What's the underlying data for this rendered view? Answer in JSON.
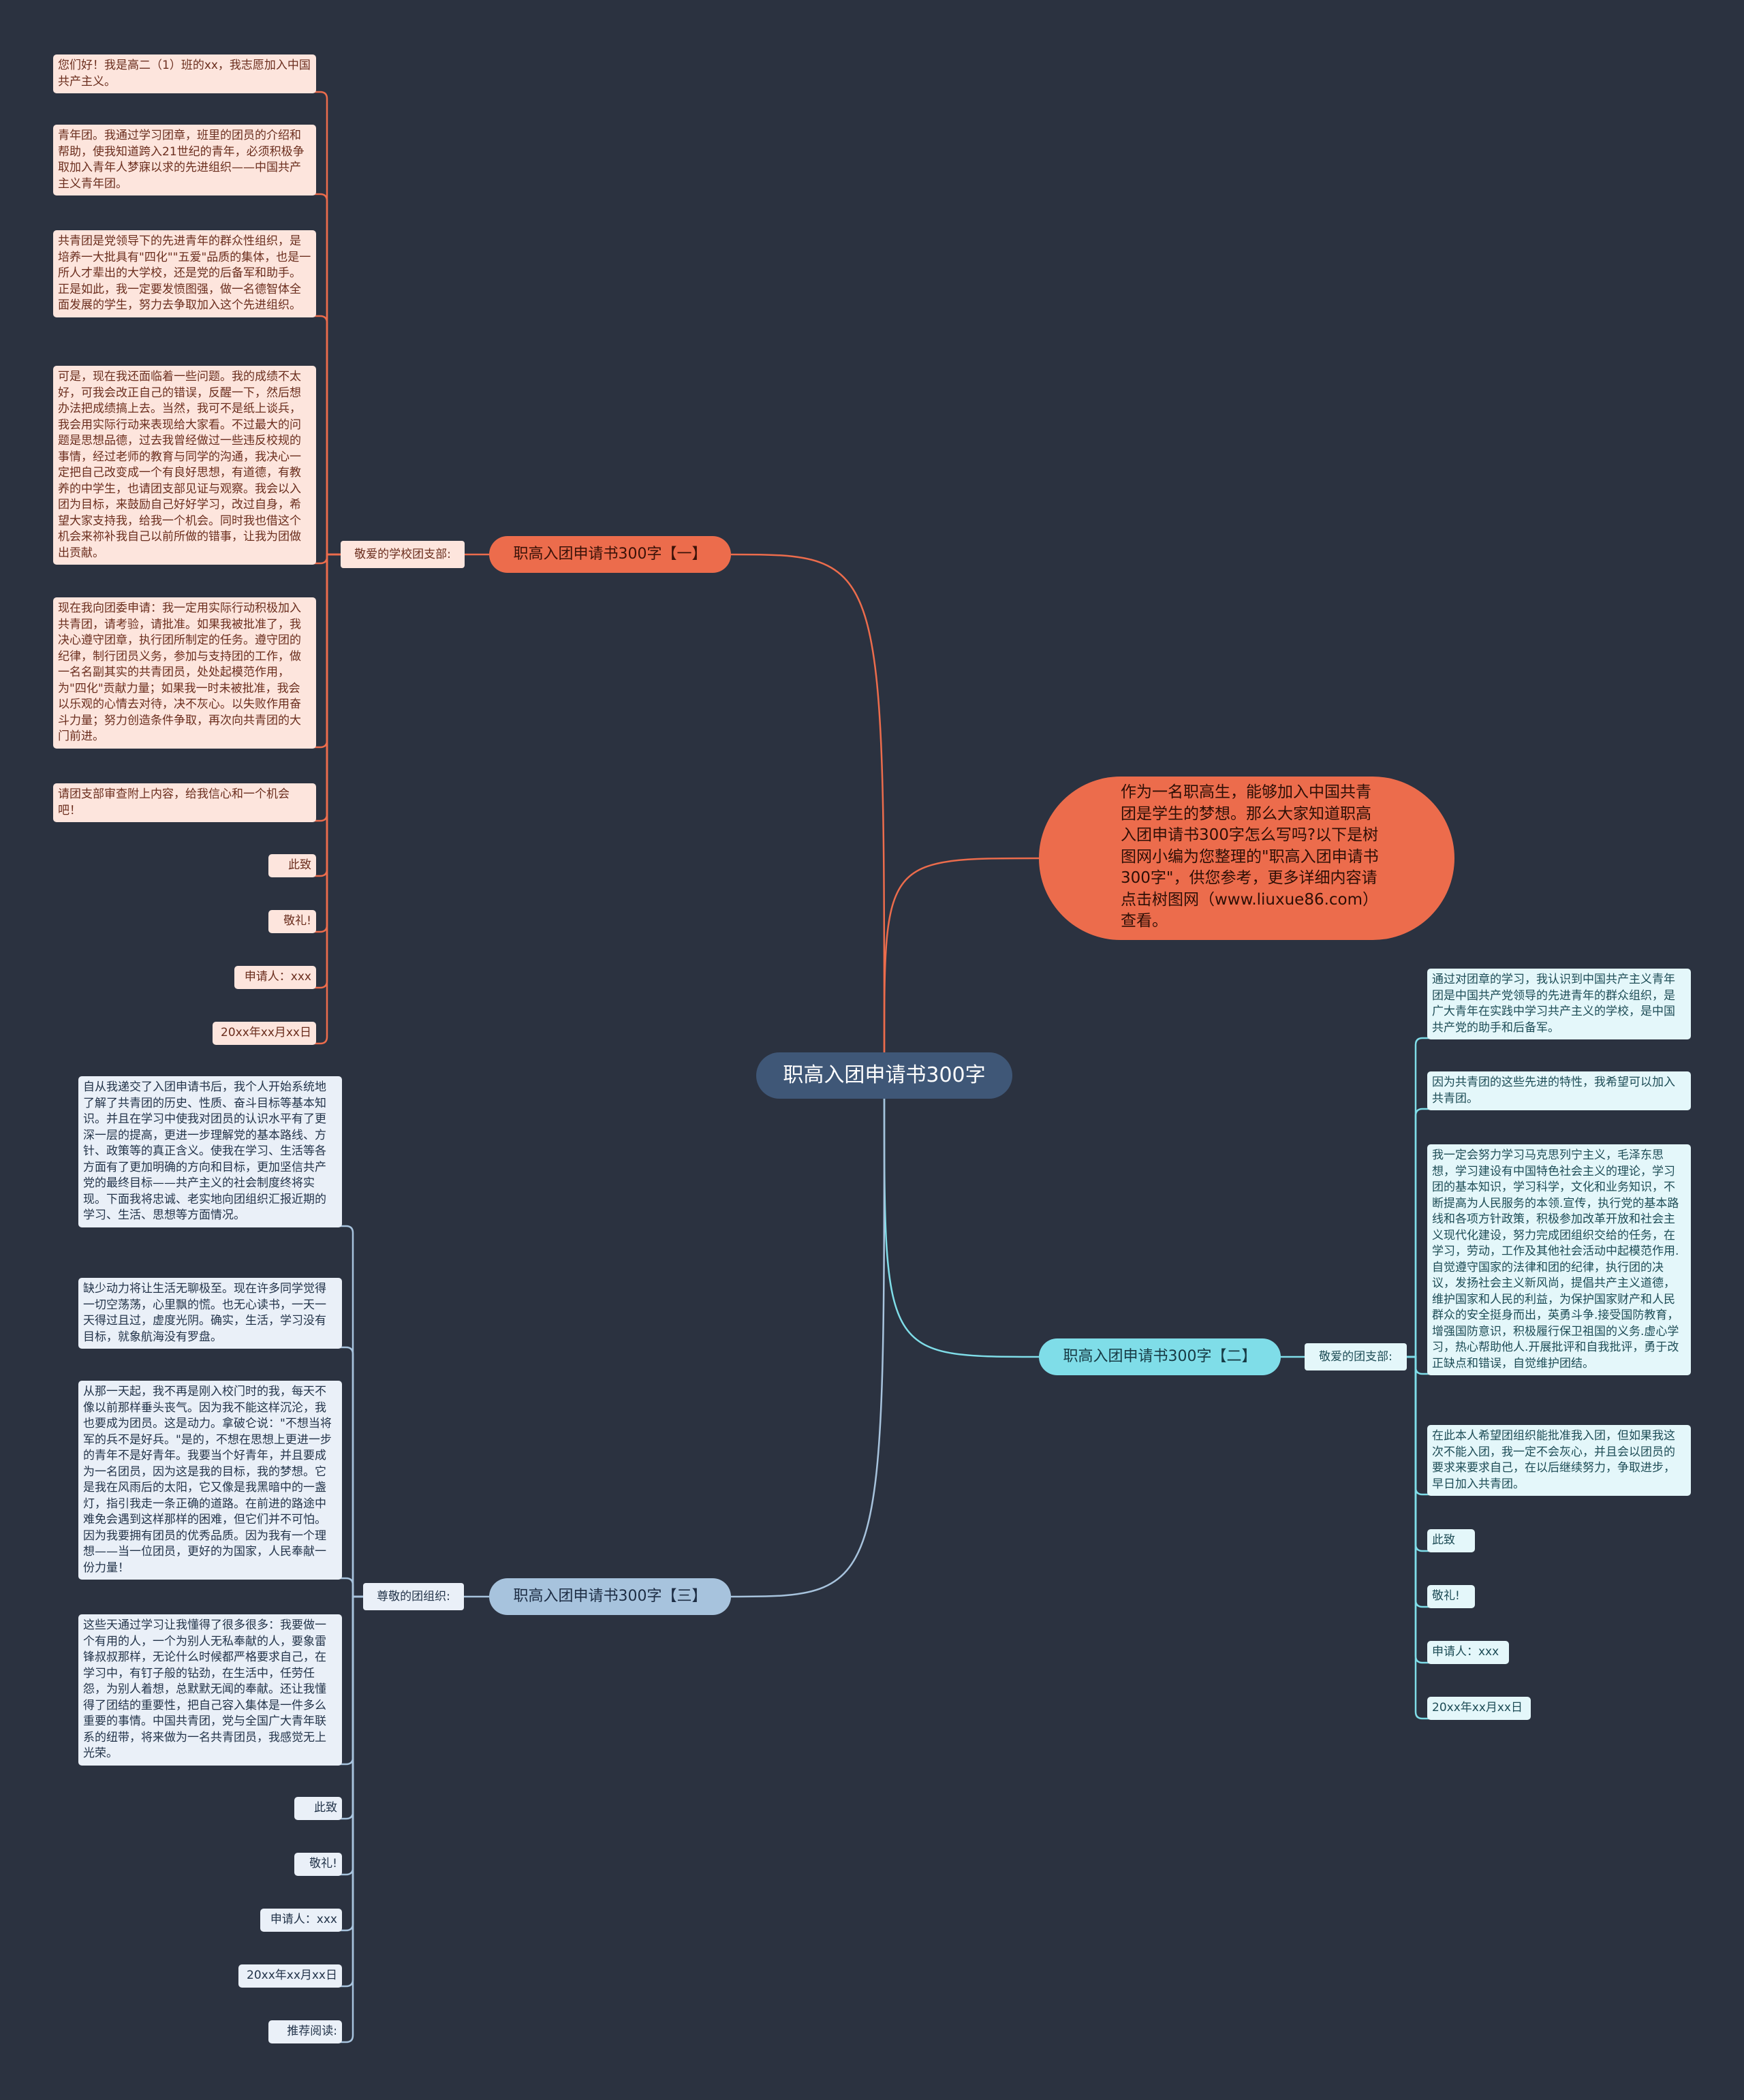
{
  "root": "职高入团申请书300字",
  "intro": "作为一名职高生，能够加入中国共青团是学生的梦想。那么大家知道职高入团申请书300字怎么写吗?以下是树图网小编为您整理的\"职高入团申请书300字\"，供您参考，更多详细内容请点击树图网（www.liuxue86.com）查看。",
  "branch1": {
    "label": "职高入团申请书300字【一】",
    "salutation": "敬爱的学校团支部:",
    "items": [
      "您们好！我是高二（1）班的xx，我志愿加入中国共产主义。",
      "青年团。我通过学习团章，班里的团员的介绍和帮助，使我知道跨入21世纪的青年，必须积极争取加入青年人梦寐以求的先进组织——中国共产主义青年团。",
      "共青团是党领导下的先进青年的群众性组织，是培养一大批具有\"四化\"\"五爱\"品质的集体，也是一所人才辈出的大学校，还是党的后备军和助手。正是如此，我一定要发愤图强，做一名德智体全面发展的学生，努力去争取加入这个先进组织。",
      "可是，现在我还面临着一些问题。我的成绩不太好，可我会改正自己的错误，反醒一下，然后想办法把成绩搞上去。当然，我可不是纸上谈兵，我会用实际行动来表现给大家看。不过最大的问题是思想品德，过去我曾经做过一些违反校规的事情，经过老师的教育与同学的沟通，我决心一定把自己改变成一个有良好思想，有道德，有教养的中学生，也请团支部见证与观察。我会以入团为目标，来鼓励自己好好学习，改过自身，希望大家支持我，给我一个机会。同时我也借这个机会来祢补我自己以前所做的错事，让我为团做出贡献。",
      "现在我向团委申请：我一定用实际行动积极加入共青团，请考验，请批准。如果我被批准了，我决心遵守团章，执行团所制定的任务。遵守团的纪律，制行团员义务，参加与支持团的工作，做一名名副其实的共青团员，处处起模范作用，为\"四化\"贡献力量；如果我一时未被批准，我会以乐观的心情去对待，决不灰心。以失败作用奋斗力量；努力创造条件争取，再次向共青团的大门前进。",
      "请团支部审查附上内容，给我信心和一个机会吧！",
      "此致",
      "敬礼!",
      "申请人：xxx",
      "20xx年xx月xx日"
    ]
  },
  "branch2": {
    "label": "职高入团申请书300字【二】",
    "salutation": "敬爱的团支部:",
    "items": [
      "通过对团章的学习，我认识到中国共产主义青年团是中国共产党领导的先进青年的群众组织，是广大青年在实践中学习共产主义的学校，是中国共产党的助手和后备军。",
      "因为共青团的这些先进的特性，我希望可以加入共青团。",
      "我一定会努力学习马克思列宁主义，毛泽东思想，学习建设有中国特色社会主义的理论，学习团的基本知识，学习科学，文化和业务知识，不断提高为人民服务的本领.宣传，执行党的基本路线和各项方针政策，积极参加改革开放和社会主义现代化建设，努力完成团组织交给的任务，在学习，劳动，工作及其他社会活动中起模范作用.自觉遵守国家的法律和团的纪律，执行团的决议，发扬社会主义新风尚，提倡共产主义道德，维护国家和人民的利益，为保护国家财产和人民群众的安全挺身而出，英勇斗争.接受国防教育，增强国防意识，积极履行保卫祖国的义务.虚心学习，热心帮助他人.开展批评和自我批评，勇于改正缺点和错误，自觉维护团结。",
      "在此本人希望团组织能批准我入团，但如果我这次不能入团，我一定不会灰心，并且会以团员的要求来要求自己，在以后继续努力，争取进步，早日加入共青团。",
      "此致",
      "敬礼!",
      "申请人：xxx",
      "20xx年xx月xx日"
    ]
  },
  "branch3": {
    "label": "职高入团申请书300字【三】",
    "salutation": "尊敬的团组织:",
    "items": [
      "自从我递交了入团申请书后，我个人开始系统地了解了共青团的历史、性质、奋斗目标等基本知识。并且在学习中使我对团员的认识水平有了更深一层的提高，更进一步理解党的基本路线、方针、政策等的真正含义。使我在学习、生活等各方面有了更加明确的方向和目标，更加坚信共产党的最终目标——共产主义的社会制度终将实现。下面我将忠诚、老实地向团组织汇报近期的学习、生活、思想等方面情况。",
      "缺少动力将让生活无聊极至。现在许多同学觉得一切空荡荡，心里飘的慌。也无心读书，一天一天得过且过，虚度光阴。确实，生活，学习没有目标，就象航海没有罗盘。",
      "从那一天起，我不再是刚入校门时的我，每天不像以前那样垂头丧气。因为我不能这样沉沦，我也要成为团员。这是动力。拿破仑说：\"不想当将军的兵不是好兵。\"是的，不想在思想上更进一步的青年不是好青年。我要当个好青年，并且要成为一名团员，因为这是我的目标，我的梦想。它是我在风雨后的太阳，它又像是我黑暗中的一盏灯，指引我走一条正确的道路。在前进的路途中难免会遇到这样那样的困难，但它们并不可怕。因为我要拥有团员的优秀品质。因为我有一个理想——当一位团员，更好的为国家，人民奉献一份力量！",
      "这些天通过学习让我懂得了很多很多：我要做一个有用的人，一个为别人无私奉献的人，要象雷锋叔叔那样，无论什么时候都严格要求自己，在学习中，有钉子般的钻劲，在生活中，任劳任怨，为别人着想，总默默无闻的奉献。还让我懂得了团结的重要性，把自己容入集体是一件多么重要的事情。中国共青团，党与全国广大青年联系的纽带，将来做为一名共青团员，我感觉无上光荣。",
      "此致",
      "敬礼!",
      "申请人：xxx",
      "20xx年xx月xx日",
      "推荐阅读:"
    ]
  },
  "colors": {
    "background": "#2b3240",
    "root": "#3f5777",
    "branch1": "#ec6c4c",
    "branch2": "#7fdde8",
    "branch3": "#a7c3dd"
  }
}
